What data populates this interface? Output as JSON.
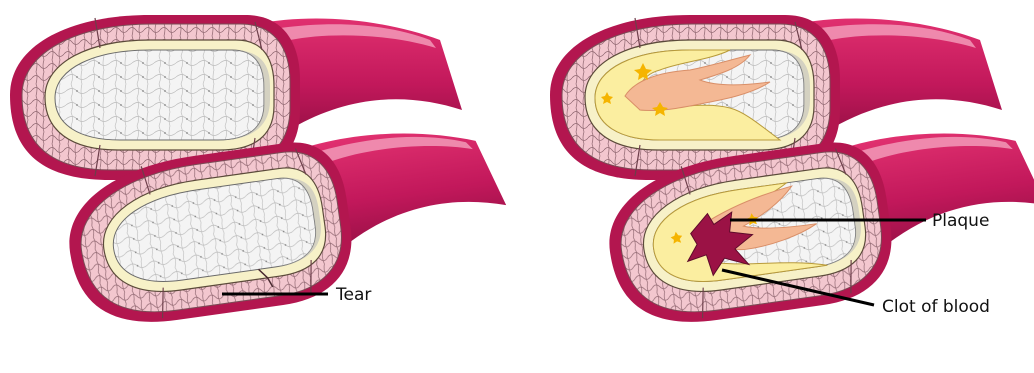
{
  "labels": {
    "tear": "Tear",
    "plaque": "Plaque",
    "clot": "Clot of blood"
  },
  "colors": {
    "vessel_outer": "#c2185b",
    "vessel_outer_dark": "#8a0e3f",
    "vessel_highlight": "#f29ab8",
    "media_tissue": "#f3c7cf",
    "cell_lines": "#8f6670",
    "endothelium": "#f7f1c8",
    "lumen": "#f4f4f4",
    "plaque_fat": "#fbeea0",
    "plaque_core": "#f4b894",
    "plaque_spot": "#f5b400",
    "clot": "#9b1245"
  },
  "panels": [
    {
      "id": "healthy-vessel-top",
      "state": "healthy"
    },
    {
      "id": "torn-vessel",
      "state": "tear"
    },
    {
      "id": "plaque-vessel",
      "state": "plaque"
    },
    {
      "id": "clot-vessel",
      "state": "plaque-with-clot"
    }
  ]
}
